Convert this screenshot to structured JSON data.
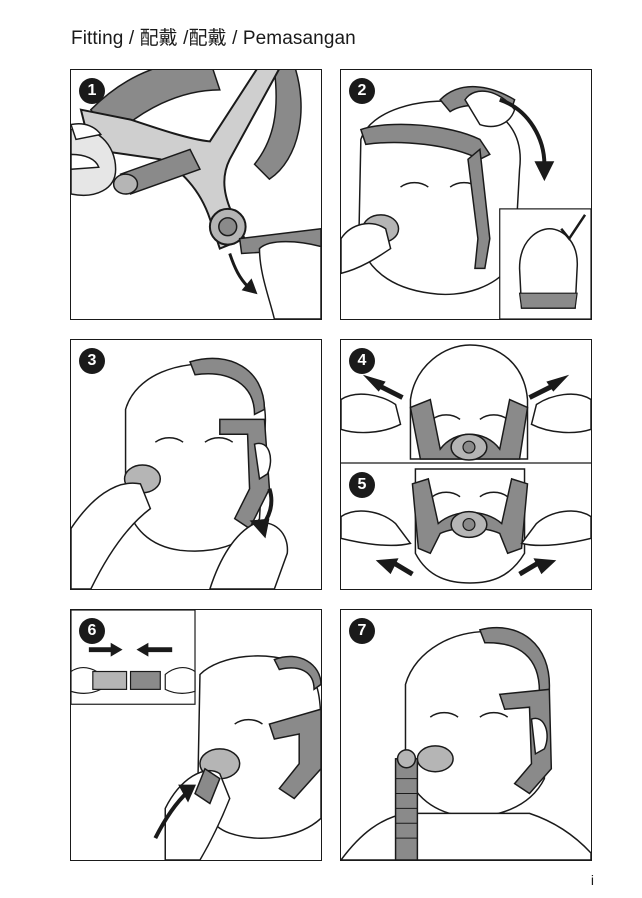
{
  "page": {
    "title": "Fitting / 配戴 /配戴 / Pemasangan",
    "page_number": "i"
  },
  "steps": [
    {
      "number": "1"
    },
    {
      "number": "2"
    },
    {
      "number": "3"
    },
    {
      "number": "4"
    },
    {
      "number": "5"
    },
    {
      "number": "6"
    },
    {
      "number": "7"
    }
  ],
  "icons": {
    "check": "checkmark-icon",
    "arrow": "arrow-icon"
  },
  "colors": {
    "ink": "#1a1a1a",
    "frame_gray": "#8a8a8a",
    "cushion_gray": "#b5b5b5",
    "light_fill": "#d9d9d9"
  }
}
